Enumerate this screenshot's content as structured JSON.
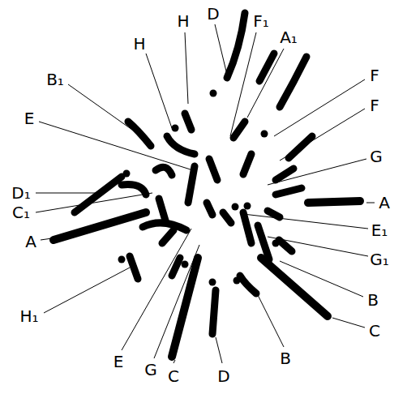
{
  "diagram": {
    "labels": [
      "D",
      "H",
      "F₁",
      "A₁",
      "H",
      "B₁",
      "F",
      "E",
      "F",
      "G",
      "D₁",
      "A",
      "C₁",
      "E₁",
      "A",
      "G₁",
      "B",
      "H₁",
      "C",
      "B",
      "E",
      "G",
      "C",
      "D"
    ]
  }
}
